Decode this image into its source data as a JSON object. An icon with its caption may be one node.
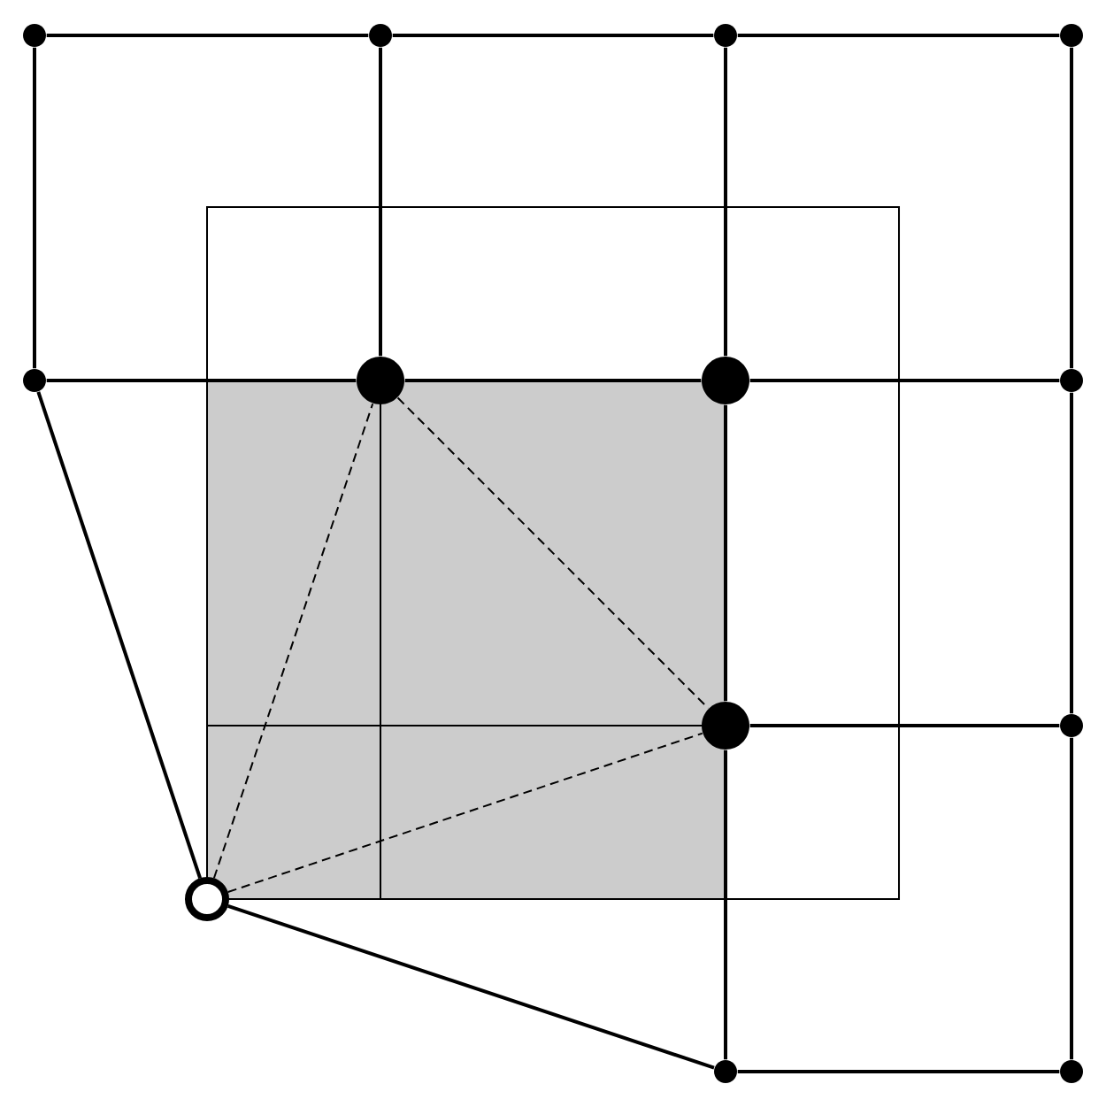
{
  "diagram": {
    "nodes": [
      {
        "text": [],
        "shape": "circle"
      },
      {
        "text": [],
        "shape": "circle"
      },
      {
        "text": [],
        "shape": "circle"
      },
      {
        "text": [],
        "shape": "circle"
      },
      {
        "text": [],
        "shape": "circle"
      },
      {
        "text": [],
        "shape": "circle"
      },
      {
        "text": [],
        "shape": "circle"
      },
      {
        "text": [],
        "shape": "circle"
      },
      {
        "text": [],
        "shape": "circle"
      },
      {
        "text": [],
        "shape": "circle"
      },
      {
        "text": [],
        "shape": "circle"
      },
      {
        "text": [],
        "shape": "circle"
      },
      {
        "text": [],
        "shape": "circle"
      }
    ],
    "edges": [
      {
        "from": 0,
        "to": 1,
        "arrow": "none"
      },
      {
        "from": 1,
        "to": 2,
        "arrow": "none"
      },
      {
        "from": 2,
        "to": 3,
        "arrow": "none"
      },
      {
        "from": 0,
        "to": 4,
        "arrow": "none"
      },
      {
        "from": 1,
        "to": 5,
        "arrow": "none"
      },
      {
        "from": 2,
        "to": 6,
        "arrow": "none"
      },
      {
        "from": 3,
        "to": 7,
        "arrow": "none"
      },
      {
        "from": 4,
        "to": 5,
        "arrow": "none"
      },
      {
        "from": 5,
        "to": 6,
        "arrow": "none"
      },
      {
        "from": 6,
        "to": 7,
        "arrow": "none"
      },
      {
        "from": 7,
        "to": 9,
        "arrow": "none"
      },
      {
        "from": 6,
        "to": 8,
        "arrow": "none"
      },
      {
        "from": 8,
        "to": 9,
        "arrow": "none"
      },
      {
        "from": 8,
        "to": 11,
        "arrow": "none"
      },
      {
        "from": 9,
        "to": 12,
        "arrow": "none"
      },
      {
        "from": 11,
        "to": 12,
        "arrow": "none"
      },
      {
        "from": 4,
        "to": 10,
        "arrow": "none"
      },
      {
        "from": 10,
        "to": 11,
        "arrow": "none"
      },
      {
        "from": 10,
        "to": 5,
        "arrow": "none",
        "style": "dashed"
      },
      {
        "from": 5,
        "to": 8,
        "arrow": "none",
        "style": "dashed"
      },
      {
        "from": 10,
        "to": 8,
        "arrow": "none",
        "style": "dashed"
      }
    ]
  }
}
